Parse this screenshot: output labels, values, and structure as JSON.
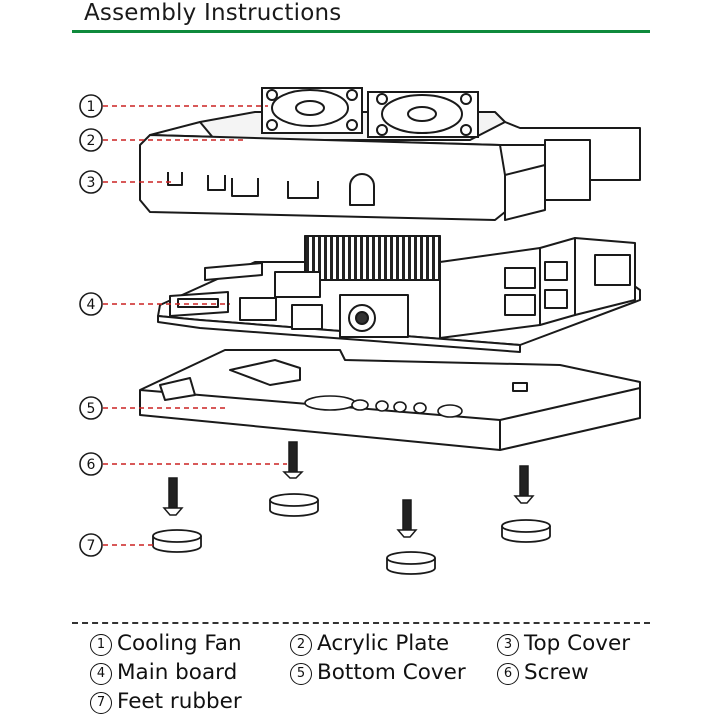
{
  "title": "Assembly Instructions",
  "callouts": [
    "1",
    "2",
    "3",
    "4",
    "5",
    "6",
    "7"
  ],
  "legend": [
    {
      "num": "1",
      "label": "Cooling Fan"
    },
    {
      "num": "2",
      "label": "Acrylic Plate"
    },
    {
      "num": "3",
      "label": "Top Cover"
    },
    {
      "num": "4",
      "label": "Main board"
    },
    {
      "num": "5",
      "label": "Bottom Cover"
    },
    {
      "num": "6",
      "label": "Screw"
    },
    {
      "num": "7",
      "label": "Feet rubber"
    }
  ],
  "colors": {
    "accent": "#0f8a3c",
    "leader": "#cc2222",
    "outline": "#1a1a1a"
  }
}
